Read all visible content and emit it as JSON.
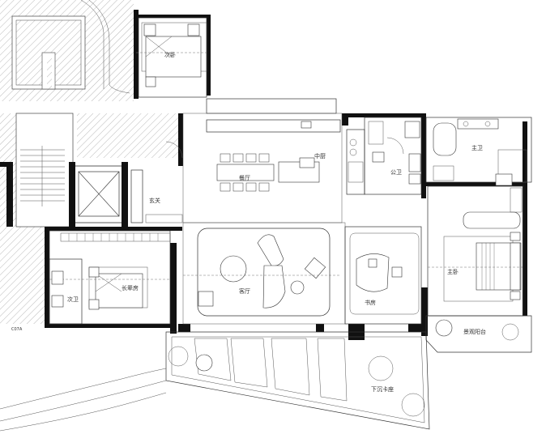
{
  "rooms": {
    "second_bedroom": "次卧",
    "kitchen": "中厨",
    "dining": "餐厅",
    "foyer": "玄关",
    "living": "客厅",
    "study": "书房",
    "elder_bedroom": "长辈房",
    "secondary_bath": "次卫",
    "public_bath": "公卫",
    "master_bath": "主卫",
    "master_bedroom": "主卧",
    "view_balcony": "景观阳台",
    "sunken_courtyard": "下沉卡座"
  },
  "misc": {
    "marker_code": "C07A"
  },
  "colors": {
    "line": "#333333",
    "wall": "#111111",
    "hatch": "#888888"
  }
}
